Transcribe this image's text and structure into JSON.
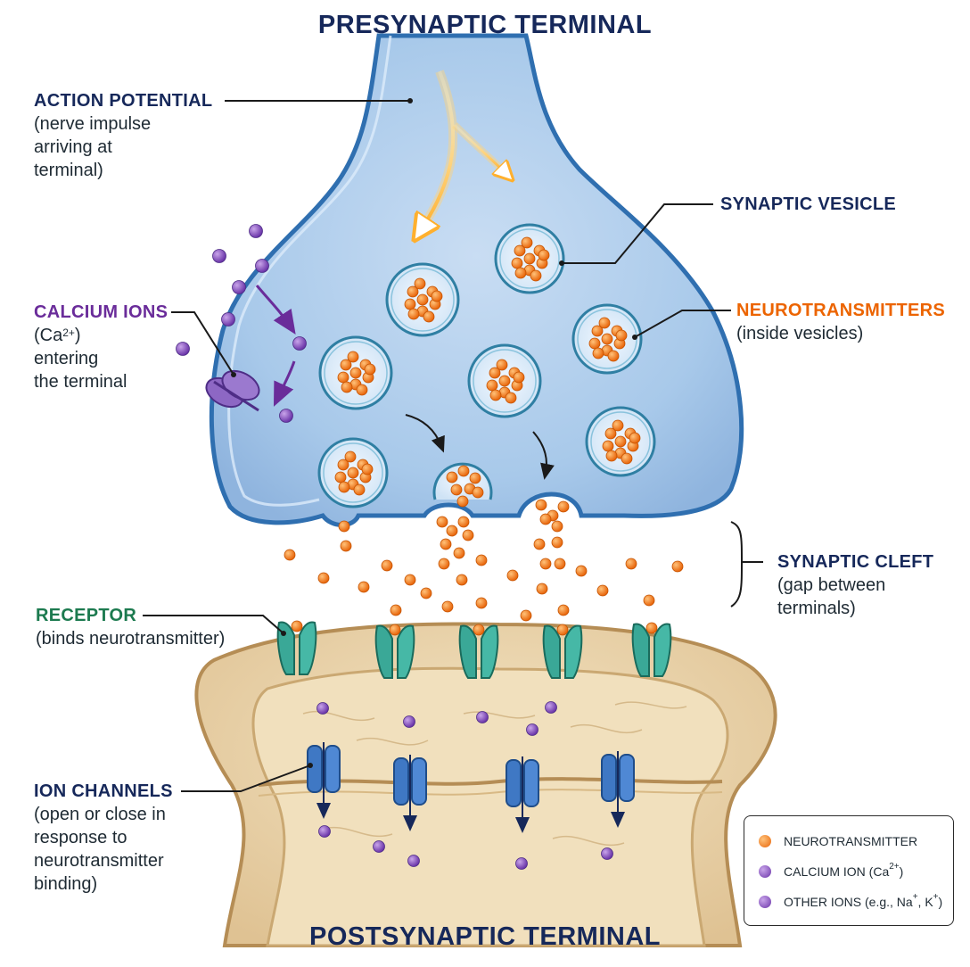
{
  "titles": {
    "top": "PRESYNAPTIC TERMINAL",
    "bottom": "POSTSYNAPTIC TERMINAL"
  },
  "labels": {
    "action_potential": {
      "title": "ACTION POTENTIAL",
      "lines": [
        "(nerve impulse",
        "arriving at",
        "terminal)"
      ]
    },
    "synaptic_vesicle": {
      "title": "SYNAPTIC VESICLE"
    },
    "neurotransmitters": {
      "title": "NEUROTRANSMITTERS",
      "lines": [
        "(inside vesicles)"
      ]
    },
    "calcium_ions": {
      "title": "CALCIUM IONS",
      "line1_pre": "(Ca",
      "line1_sup": "2+",
      "line1_post": ")",
      "lines": [
        "entering",
        "the terminal"
      ]
    },
    "synaptic_cleft": {
      "title": "SYNAPTIC CLEFT",
      "lines": [
        "(gap between",
        "terminals)"
      ]
    },
    "receptor": {
      "title": "RECEPTOR",
      "lines": [
        "(binds neurotransmitter)"
      ]
    },
    "ion_channels": {
      "title": "ION CHANNELS",
      "lines": [
        "(open or close in",
        "response to",
        "neurotransmitter",
        "binding)"
      ]
    }
  },
  "legend": {
    "items": [
      {
        "pre": "NEUROTRANSMITTER",
        "sup": "",
        "post": "",
        "color": "#f07a10"
      },
      {
        "pre": "CALCIUM ION (Ca",
        "sup": "2+",
        "post": ")",
        "color": "#7b4bb0"
      },
      {
        "pre": "OTHER IONS (e.g., Na",
        "sup": "+",
        "mid": ", K",
        "sup2": "+",
        "post": ")",
        "color": "#7b4bb0"
      }
    ]
  },
  "colors": {
    "presynaptic_fill": "#a8c9ea",
    "postsynaptic_fill": "#e9d3a8",
    "neurotransmitter": "#f07a10",
    "calcium_ion": "#7b4bb0",
    "receptor": "#3aa897",
    "ion_channel": "#3f78c4",
    "title": "#16285a"
  }
}
